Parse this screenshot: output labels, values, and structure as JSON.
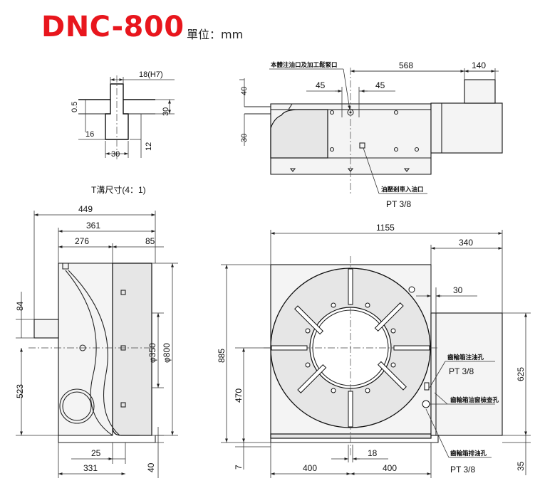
{
  "header": {
    "model": "DNC-800",
    "unit_label": "單位：mm"
  },
  "t_slot": {
    "caption": "T溝尺寸(4：1)",
    "dims": {
      "width": "18(H7)",
      "depth": "30",
      "offset": "0.5",
      "lip": "16",
      "bottom_width": "30",
      "bottom_depth": "12"
    }
  },
  "top_view": {
    "callouts": {
      "oil_inlet": "本體注油口及加工鬆緊口",
      "oil_port": "油壓剎車入油口",
      "thread": "PT 3/8"
    },
    "dims": {
      "total": "568",
      "motor": "140",
      "left_45": "45",
      "right_45": "45",
      "height_40": "40",
      "height_30": "30"
    }
  },
  "side_view": {
    "dims": {
      "width_449": "449",
      "width_361": "361",
      "width_276": "276",
      "width_85": "85",
      "h_84": "84",
      "h_523": "523",
      "bore_350": "φ350",
      "dia_800": "φ800",
      "w_25": "25",
      "w_331": "331",
      "h_40": "40"
    }
  },
  "front_view": {
    "callouts": {
      "gear_fill": "齒輪箱注油孔",
      "thread1": "PT 3/8",
      "gear_check": "齒輪箱油窗檢查孔",
      "gear_drain": "齒輪箱排油孔",
      "thread2": "PT 3/8"
    },
    "dims": {
      "total": "1155",
      "motor_340": "340",
      "w_30": "30",
      "h_885": "885",
      "h_470": "470",
      "h_625": "625",
      "h_35": "35",
      "h_7": "7",
      "slot_18": "18",
      "left_400": "400",
      "right_400": "400"
    }
  }
}
